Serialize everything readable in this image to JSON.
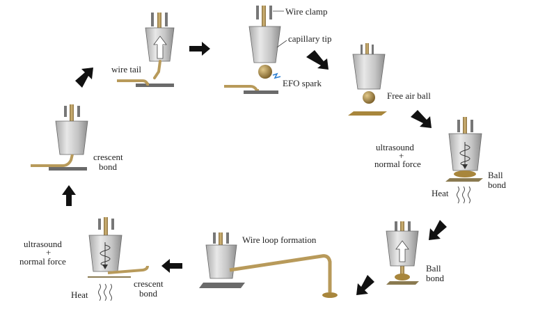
{
  "labels": {
    "wire_clamp": "Wire clamp",
    "capillary_tip": "capillary tip",
    "efo_spark": "EFO spark",
    "free_air_ball": "Free air ball",
    "wire_tail": "wire tail",
    "ball_bond_1": "Ball",
    "ball_bond_1b": "bond",
    "ultrasound_1": "ultrasound",
    "plus_1": "+",
    "normal_force_1": "normal force",
    "heat_1": "Heat",
    "ball_bond_2": "Ball",
    "ball_bond_2b": "bond",
    "wire_loop_formation": "Wire loop formation",
    "ultrasound_2": "ultrasound",
    "plus_2": "+",
    "normal_force_2": "normal force",
    "heat_2": "Heat",
    "crescent_bond_1": "crescent",
    "crescent_bond_1b": "bond",
    "crescent_bond_2": "crescent",
    "crescent_bond_2b": "bond"
  },
  "colors": {
    "capillary": "#c9c9c9",
    "capillary_dark": "#8a8a8a",
    "wire": "#b89a5a",
    "wire_dark": "#8a7040",
    "ball": "#a8863c",
    "pad": "#6a6a6a",
    "arrow": "#111111",
    "spark": "#2d7fd0"
  }
}
